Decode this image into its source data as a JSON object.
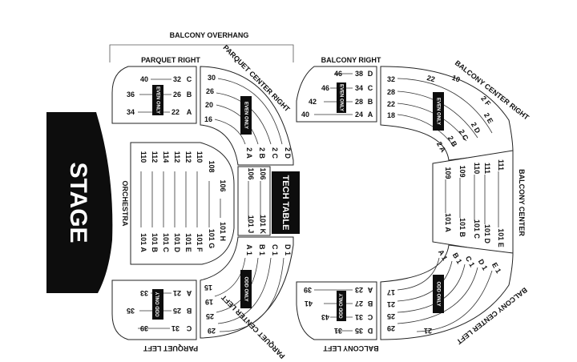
{
  "stage": "STAGE",
  "tech_table": "TECH TABLE",
  "labels": {
    "balcony_overhang": "BALCONY OVERHANG",
    "parquet_right": "PARQUET RIGHT",
    "parquet_center_right": "PARQUET CENTER RIGHT",
    "balcony_right": "BALCONY RIGHT",
    "balcony_center_right": "BALCONY CENTER RIGHT",
    "balcony_center": "BALCONY CENTER",
    "orchestra": "ORCHESTRA",
    "parquet_left": "PARQUET LEFT",
    "parquet_center_left": "PARQUET CENTER LEFT",
    "balcony_left": "BALCONY LEFT",
    "balcony_center_left": "BALCONY CENTER LEFT"
  },
  "notes": {
    "even_only": "EVEN ONLY",
    "odd_only": "ODD ONLY"
  },
  "sections": {
    "parquet_right": [
      "40",
      "32",
      "C",
      "36",
      "26",
      "B",
      "34",
      "22",
      "A"
    ],
    "parquet_center_right": [
      "30",
      "26",
      "20",
      "16",
      "2 A",
      "2 B",
      "2 C",
      "2 D"
    ],
    "balcony_right": [
      "46",
      "38",
      "D",
      "46",
      "34",
      "C",
      "42",
      "28",
      "B",
      "40",
      "24",
      "A"
    ],
    "balcony_center_right": [
      "32",
      "28",
      "22",
      "18",
      "22",
      "10",
      "2 F",
      "2 E",
      "2 D",
      "2 C",
      "2 B",
      "2 A"
    ],
    "balcony_center": [
      "111",
      "111",
      "110",
      "109",
      "109",
      "101 E",
      "101 D",
      "101 C",
      "101 B",
      "101 A"
    ],
    "orchestra": [
      "110",
      "112",
      "114",
      "112",
      "112",
      "110",
      "108",
      "106",
      "101 A",
      "101 B",
      "101 C",
      "101 D",
      "101 E",
      "101 F",
      "101 G",
      "101 H"
    ],
    "tech_center": [
      "106",
      "106",
      "101 J",
      "101 K"
    ],
    "parquet_left": [
      "A",
      "21",
      "33",
      "B",
      "25",
      "35",
      "C",
      "31",
      "39"
    ],
    "parquet_center_left": [
      "A 1",
      "B 1",
      "C 1",
      "D 1",
      "15",
      "19",
      "25",
      "29"
    ],
    "balcony_left": [
      "A",
      "23",
      "39",
      "B",
      "27",
      "41",
      "C",
      "31",
      "43",
      "D",
      "35",
      "31"
    ],
    "balcony_center_left": [
      "A 1",
      "B 1",
      "C 1",
      "D 1",
      "E 1",
      "17",
      "21",
      "25",
      "29",
      "21"
    ]
  },
  "colors": {
    "ink": "#0d0d0d",
    "paper": "#ffffff",
    "line": "#333333"
  }
}
